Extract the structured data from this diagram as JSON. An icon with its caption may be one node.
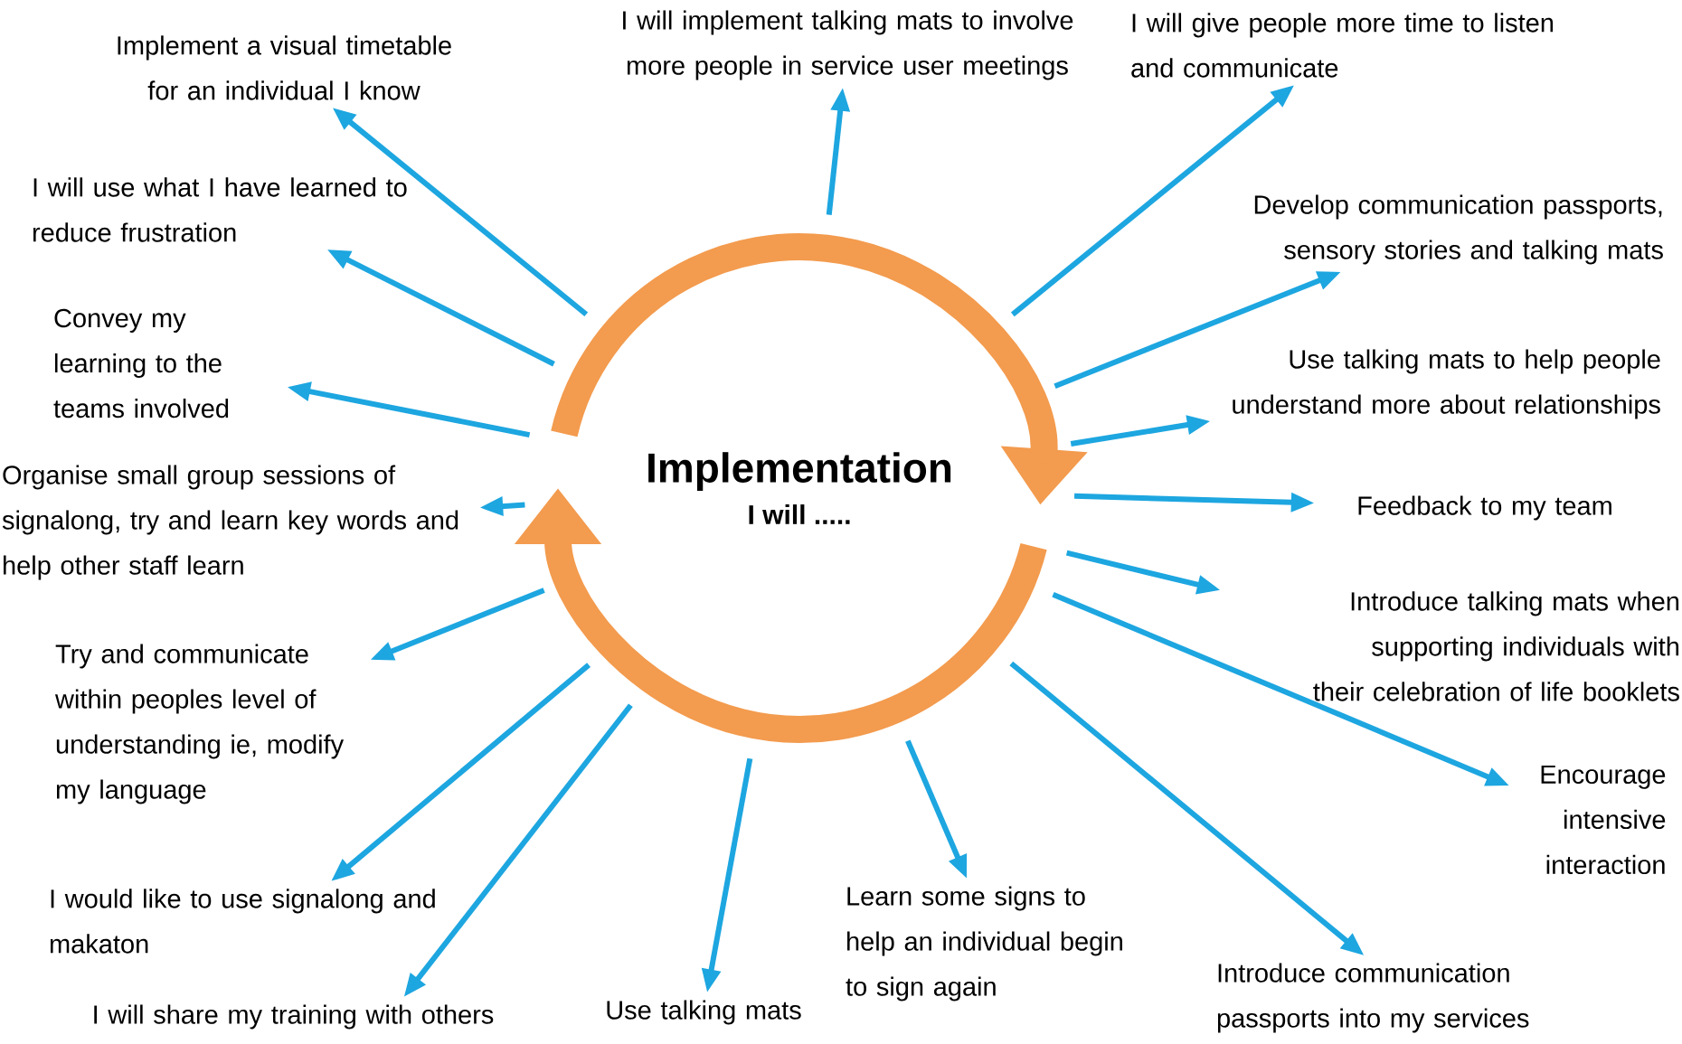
{
  "diagram": {
    "nodes": [
      {
        "text": [
          "Implementation",
          "I will ....."
        ]
      },
      {
        "text": [
          "Implement a visual timetable for an individual I know"
        ]
      },
      {
        "text": [
          "I will implement talking mats to involve more people in service user meetings"
        ]
      },
      {
        "text": [
          "I will give people more time to listen and communicate"
        ]
      },
      {
        "text": [
          "I will use what I have learned to reduce frustration"
        ]
      },
      {
        "text": [
          "Develop communication passports, sensory stories and talking mats"
        ]
      },
      {
        "text": [
          "Convey my learning to the teams involved"
        ]
      },
      {
        "text": [
          "Use talking mats to help people understand more about relationships"
        ]
      },
      {
        "text": [
          "Organise small group sessions of signalong, try and learn key words and help other staff learn"
        ]
      },
      {
        "text": [
          "Feedback to my team"
        ]
      },
      {
        "text": [
          "Introduce talking mats when supporting individuals with their celebration of life booklets"
        ]
      },
      {
        "text": [
          "Try and communicate within peoples level of understanding ie, modify my language"
        ]
      },
      {
        "text": [
          "Encourage intensive interaction"
        ]
      },
      {
        "text": [
          "I would like to use signalong and makaton"
        ]
      },
      {
        "text": [
          "Learn some signs to help an individual begin to sign again"
        ]
      },
      {
        "text": [
          "Introduce communication passports into my services"
        ]
      },
      {
        "text": [
          "I will share my training with others"
        ]
      },
      {
        "text": [
          "Use talking mats"
        ]
      }
    ],
    "edges": [
      {
        "from": 0,
        "to": 1,
        "arrow": "to"
      },
      {
        "from": 0,
        "to": 2,
        "arrow": "to"
      },
      {
        "from": 0,
        "to": 3,
        "arrow": "to"
      },
      {
        "from": 0,
        "to": 4,
        "arrow": "to"
      },
      {
        "from": 0,
        "to": 5,
        "arrow": "to"
      },
      {
        "from": 0,
        "to": 6,
        "arrow": "to"
      },
      {
        "from": 0,
        "to": 7,
        "arrow": "to"
      },
      {
        "from": 0,
        "to": 8,
        "arrow": "to"
      },
      {
        "from": 0,
        "to": 9,
        "arrow": "to"
      },
      {
        "from": 0,
        "to": 10,
        "arrow": "to"
      },
      {
        "from": 0,
        "to": 11,
        "arrow": "to"
      },
      {
        "from": 0,
        "to": 12,
        "arrow": "to"
      },
      {
        "from": 0,
        "to": 13,
        "arrow": "to"
      },
      {
        "from": 0,
        "to": 14,
        "arrow": "to"
      },
      {
        "from": 0,
        "to": 15,
        "arrow": "to"
      },
      {
        "from": 0,
        "to": 16,
        "arrow": "to"
      },
      {
        "from": 0,
        "to": 17,
        "arrow": "to"
      }
    ]
  }
}
